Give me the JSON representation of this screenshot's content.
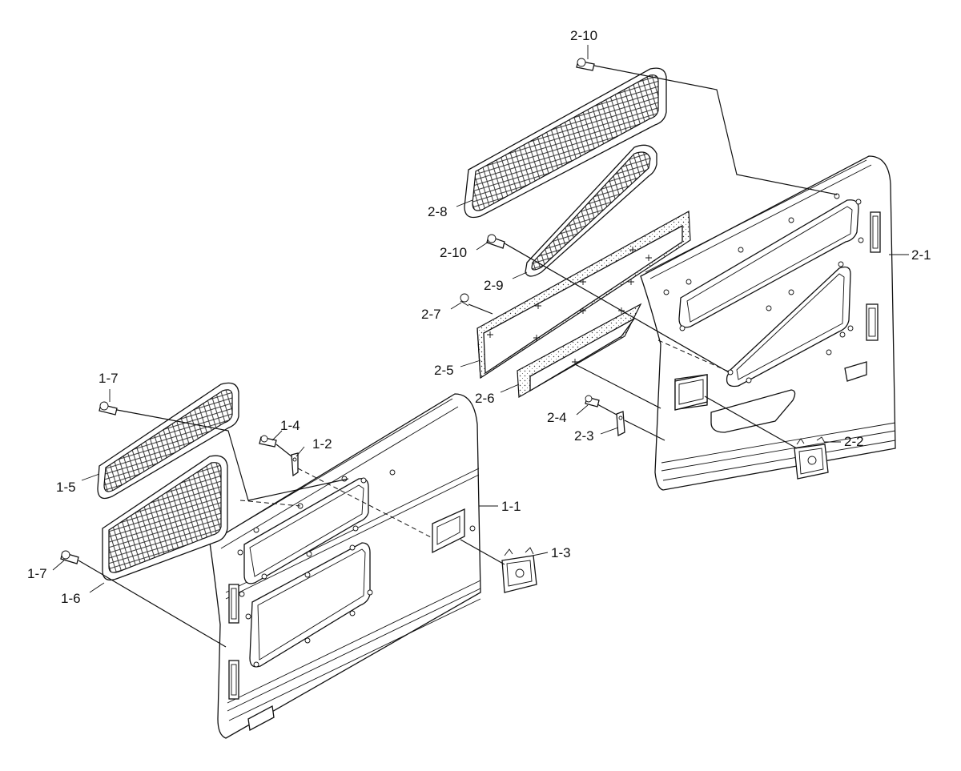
{
  "callouts": {
    "c_2_10_top": "2-10",
    "c_2_10_mid": "2-10",
    "c_2_8": "2-8",
    "c_2_9": "2-9",
    "c_2_7": "2-7",
    "c_2_5": "2-5",
    "c_2_6": "2-6",
    "c_2_4": "2-4",
    "c_2_3": "2-3",
    "c_2_2": "2-2",
    "c_2_1": "2-1",
    "c_1_7_top": "1-7",
    "c_1_7_bot": "1-7",
    "c_1_4": "1-4",
    "c_1_2": "1-2",
    "c_1_5": "1-5",
    "c_1_1": "1-1",
    "c_1_3": "1-3",
    "c_1_6": "1-6"
  }
}
